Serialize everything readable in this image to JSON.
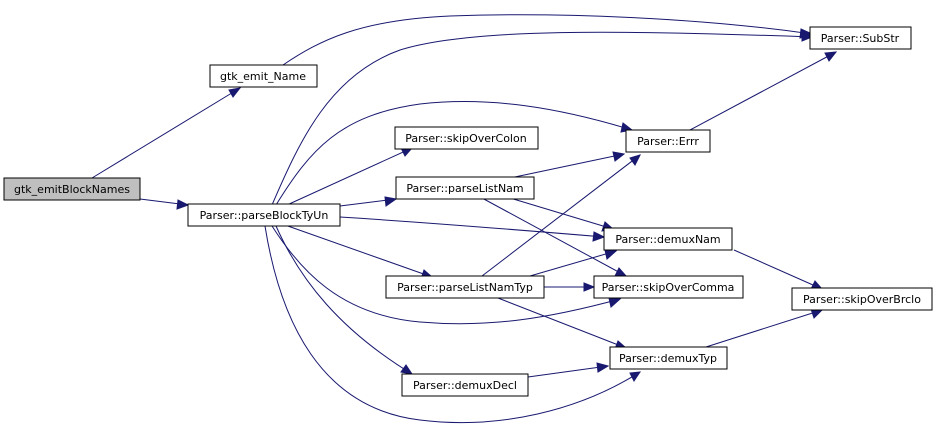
{
  "colors": {
    "edge": "#191970",
    "node_fill": "#ffffff",
    "root_fill": "#bfbfbf",
    "node_border": "#000000"
  },
  "nodes": {
    "gtk_emitBlockNames": "gtk_emitBlockNames",
    "gtk_emit_Name": "gtk_emit_Name",
    "parseBlockTyUn": "Parser::parseBlockTyUn",
    "SubStr": "Parser::SubStr",
    "skipOverColon": "Parser::skipOverColon",
    "parseListNam": "Parser::parseListNam",
    "Errr": "Parser::Errr",
    "demuxNam": "Parser::demuxNam",
    "parseListNamTyp": "Parser::parseListNamTyp",
    "skipOverComma": "Parser::skipOverComma",
    "skipOverBrclo": "Parser::skipOverBrclo",
    "demuxDecl": "Parser::demuxDecl",
    "demuxTyp": "Parser::demuxTyp"
  },
  "edges": [
    [
      "gtk_emitBlockNames",
      "gtk_emit_Name"
    ],
    [
      "gtk_emitBlockNames",
      "parseBlockTyUn"
    ],
    [
      "gtk_emit_Name",
      "SubStr"
    ],
    [
      "parseBlockTyUn",
      "SubStr"
    ],
    [
      "parseBlockTyUn",
      "Errr"
    ],
    [
      "parseBlockTyUn",
      "skipOverColon"
    ],
    [
      "parseBlockTyUn",
      "parseListNam"
    ],
    [
      "parseBlockTyUn",
      "demuxNam"
    ],
    [
      "parseBlockTyUn",
      "parseListNamTyp"
    ],
    [
      "parseBlockTyUn",
      "skipOverComma"
    ],
    [
      "parseBlockTyUn",
      "demuxDecl"
    ],
    [
      "parseBlockTyUn",
      "demuxTyp"
    ],
    [
      "parseListNam",
      "Errr"
    ],
    [
      "parseListNam",
      "demuxNam"
    ],
    [
      "parseListNam",
      "skipOverComma"
    ],
    [
      "parseListNamTyp",
      "Errr"
    ],
    [
      "parseListNamTyp",
      "demuxNam"
    ],
    [
      "parseListNamTyp",
      "skipOverComma"
    ],
    [
      "parseListNamTyp",
      "demuxTyp"
    ],
    [
      "Errr",
      "SubStr"
    ],
    [
      "demuxNam",
      "skipOverBrclo"
    ],
    [
      "demuxTyp",
      "skipOverBrclo"
    ],
    [
      "demuxDecl",
      "demuxTyp"
    ]
  ]
}
